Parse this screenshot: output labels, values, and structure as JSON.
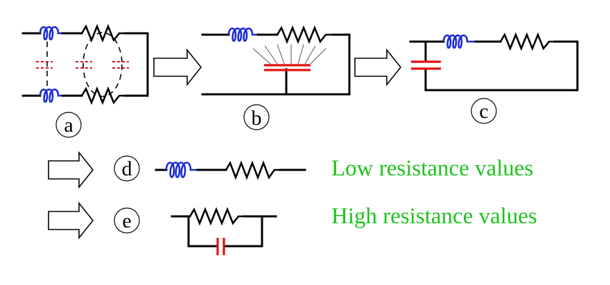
{
  "labels": {
    "a": "a",
    "b": "b",
    "c": "c",
    "d": "d",
    "e": "e"
  },
  "captions": {
    "low": "Low resistance values",
    "high": "High resistance values"
  },
  "colors": {
    "inductor": "#1a2bd6",
    "capacitor": "#e01010",
    "caption_text": "#1fc21f",
    "wire": "#000000"
  }
}
